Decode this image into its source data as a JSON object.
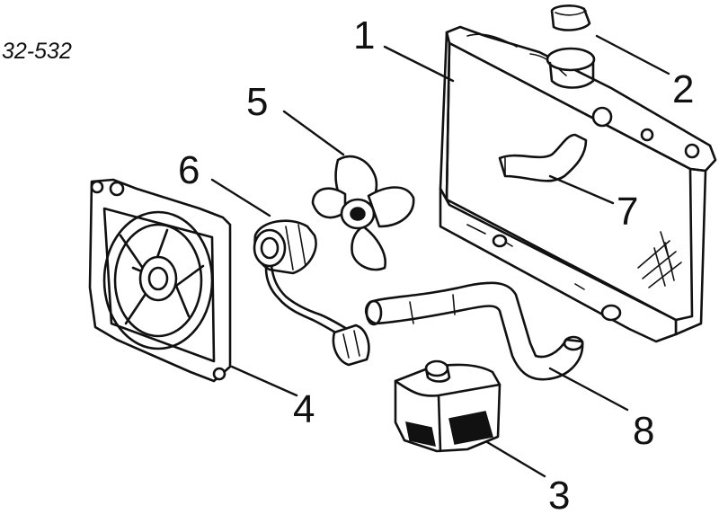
{
  "part_number": "32-532",
  "callouts": [
    {
      "label": "1"
    },
    {
      "label": "2"
    },
    {
      "label": "3"
    },
    {
      "label": "4"
    },
    {
      "label": "5"
    },
    {
      "label": "6"
    },
    {
      "label": "7"
    },
    {
      "label": "8"
    }
  ]
}
